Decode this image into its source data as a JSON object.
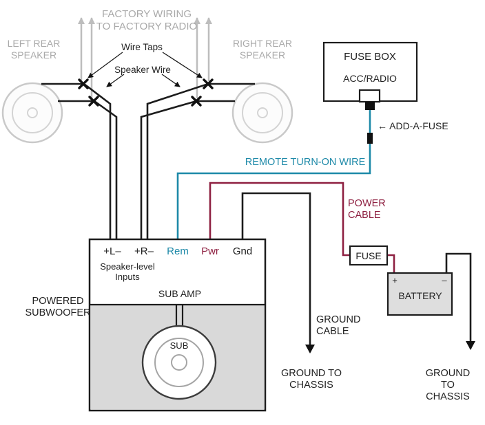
{
  "colors": {
    "teal": "#1d89a8",
    "maroon": "#8e2041",
    "gray_text": "#a9a9a9",
    "wire_black": "#1c1c1c",
    "factory_gray": "#bdbdbd"
  },
  "labels": {
    "factory_wiring": "FACTORY WIRING\nTO FACTORY RADIO",
    "left_speaker": "LEFT REAR\nSPEAKER",
    "right_speaker": "RIGHT REAR\nSPEAKER",
    "wire_taps": "Wire Taps",
    "speaker_wire": "Speaker Wire",
    "remote_turn_on": "REMOTE TURN-ON WIRE",
    "add_a_fuse": "← ADD-A-FUSE",
    "power_cable": "POWER\nCABLE",
    "ground_cable": "GROUND\nCABLE",
    "ground_to_chassis_left": "GROUND TO\nCHASSIS",
    "ground_to_chassis_right": "GROUND TO\nCHASSIS"
  },
  "fuse_box": {
    "title": "FUSE BOX",
    "circuit": "ACC/RADIO"
  },
  "inline_fuse": {
    "label": "FUSE"
  },
  "battery": {
    "label": "BATTERY",
    "positive": "+",
    "negative": "–"
  },
  "amp": {
    "name": "POWERED\nSUBWOOFER",
    "title": "SUB AMP",
    "inputs_label": "Speaker-level\nInputs",
    "sub_label": "SUB",
    "terminals": [
      {
        "label": "+L–"
      },
      {
        "label": "+R–"
      },
      {
        "label": "Rem"
      },
      {
        "label": "Pwr"
      },
      {
        "label": "Gnd"
      }
    ]
  }
}
